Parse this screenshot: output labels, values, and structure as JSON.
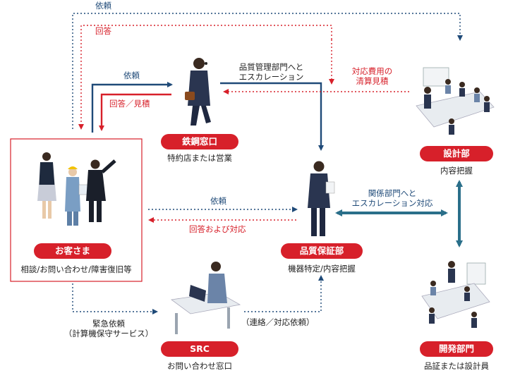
{
  "nodes": {
    "customer": {
      "name": "お客さま",
      "desc": "相談/お問い合わせ/障害復旧等"
    },
    "steel_window": {
      "name": "鉄鋼窓口",
      "desc": "特約店または営業"
    },
    "quality_assurance": {
      "name": "品質保証部",
      "desc": "機器特定/内容把握"
    },
    "design": {
      "name": "設計部",
      "desc": "内容把握"
    },
    "development": {
      "name": "開発部門",
      "desc": "品証または設計員"
    },
    "src": {
      "name": "SRC",
      "desc": "お問い合わせ窓口"
    }
  },
  "flows": {
    "top_request": "依頼",
    "top_answer": "回答",
    "req_to_window": "依頼",
    "answer_estimate": "回答／見積",
    "escalation_line1": "品質管理部門へと",
    "escalation_line2": "エスカレーション",
    "cost_line1": "対応費用の",
    "cost_line2": "清算見積",
    "req_to_qa": "依頼",
    "answer_support": "回答および対応",
    "related_line1": "関係部門へと",
    "related_line2": "エスカレーション対応",
    "emergency_line1": "緊急依頼",
    "emergency_line2": "（計算機保守サービス）",
    "contact_support": "（連絡／対応依頼）"
  },
  "colors": {
    "red": "#d7202a",
    "navy": "#1f4a78",
    "teal": "#2a6f8a"
  }
}
